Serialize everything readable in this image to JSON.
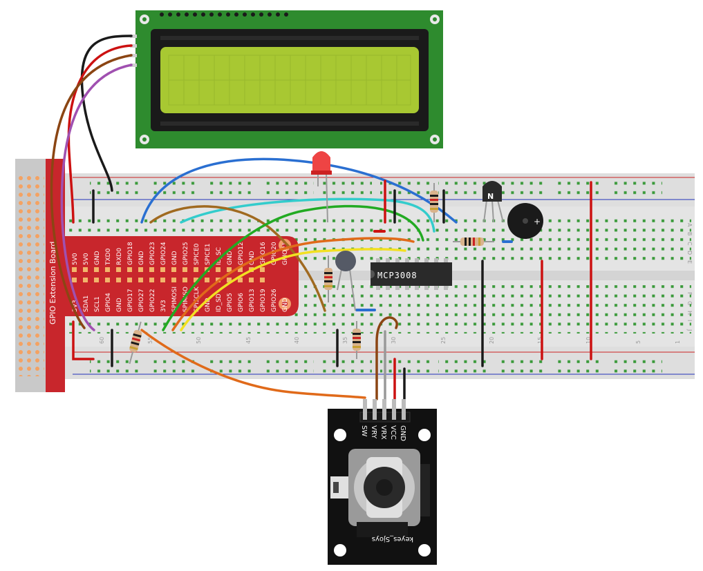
{
  "gpio_board": {
    "title": "GPIO Extension Board",
    "top_row": [
      "5V0",
      "5V0",
      "GND",
      "TXD0",
      "RXD0",
      "GPIO18",
      "GND",
      "GPIO23",
      "GPIO24",
      "GND",
      "GPIO25",
      "SPICE0",
      "SPICE1",
      "ID_SC",
      "GND",
      "GPIO12",
      "GND",
      "GPIO16",
      "GPIO20",
      "GPIO21"
    ],
    "bottom_row": [
      "3V3",
      "SDA1",
      "SCL1",
      "GPIO4",
      "GND",
      "GPIO17",
      "GPIO27",
      "GPIO22",
      "3V3",
      "SPIMOSI",
      "SPIMISO",
      "SPISCLK",
      "GND",
      "ID_SD",
      "GPIO5",
      "GPIO6",
      "GPIO13",
      "GPIO19",
      "GPIO26",
      "GND"
    ]
  },
  "breadboard": {
    "column_numbers": [
      "60",
      "55",
      "50",
      "45",
      "40",
      "35",
      "30",
      "25",
      "20",
      "15",
      "10",
      "5",
      "1"
    ],
    "row_letters_top": [
      "A",
      "B",
      "C",
      "D",
      "E"
    ],
    "row_letters_bottom": [
      "F",
      "G",
      "H",
      "I",
      "J"
    ]
  },
  "adc_chip": {
    "label": "MCP3008"
  },
  "transistor": {
    "label": "N"
  },
  "buzzer": {
    "label": "+"
  },
  "joystick": {
    "pins": [
      "SW",
      "VRY",
      "VRX",
      "VCC",
      "GND"
    ],
    "label": "keyes_Sjoys"
  },
  "colors": {
    "lcd_pcb": "#2e8b2e",
    "lcd_screen": "#a8c832",
    "gpio_board": "#c8262c",
    "breadboard": "#e6e6e6",
    "hole_green": "#2e8b2e",
    "rail_red": "#cc2222",
    "rail_blue": "#2233bb"
  }
}
